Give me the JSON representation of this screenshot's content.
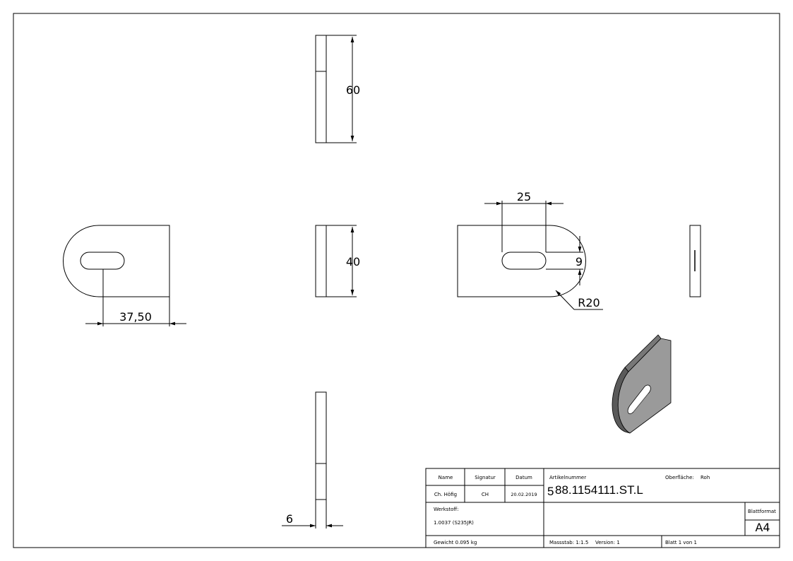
{
  "dimensions": {
    "top_height": "60",
    "side_height": "40",
    "left_length": "37,50",
    "slot_width": "25",
    "slot_height": "9",
    "radius": "R20",
    "thickness": "6"
  },
  "title_block": {
    "name_label": "Name",
    "signatur_label": "Signatur",
    "datum_label": "Datum",
    "name_value": "Ch. Höfig",
    "signatur_value": "CH",
    "datum_value": "20.02.2019",
    "artikel_label": "Artikelnummer",
    "artikel_prefix": "5",
    "artikel_value": "88.1154111.ST.L",
    "oberflaeche_label": "Oberfläche:",
    "oberflaeche_value": "Roh",
    "werkstoff_label": "Werkstoff:",
    "werkstoff_value": "1.0037 (S235JR)",
    "blattformat_label": "Blattformat",
    "blattformat_value": "A4",
    "gewicht": "Gewicht 0.095 kg",
    "massstab": "Massstab: 1:1.5",
    "version": "Version: 1",
    "blatt": "Blatt 1 von 1"
  },
  "colors": {
    "line": "#000000",
    "iso_face": "#9a9a9a",
    "iso_side": "#5a5a5a"
  }
}
